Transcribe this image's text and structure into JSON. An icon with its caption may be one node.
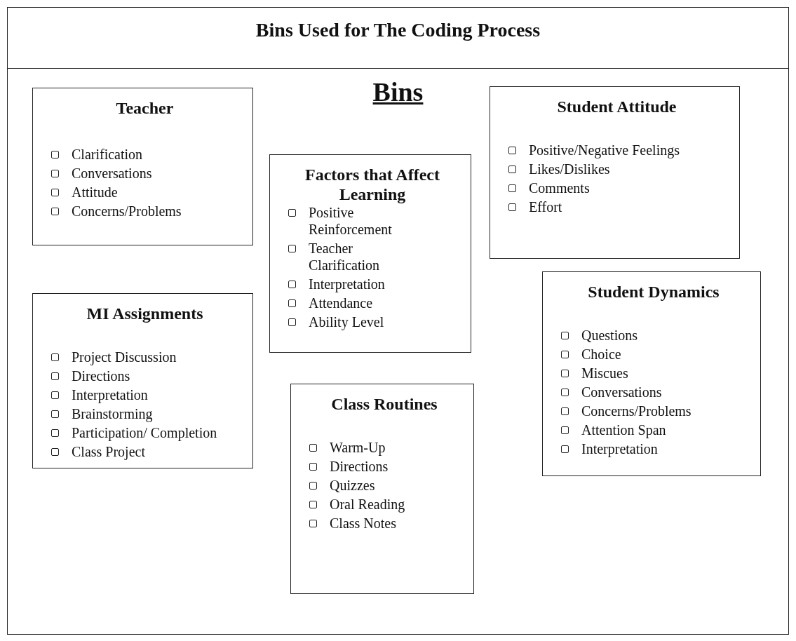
{
  "diagram": {
    "title": "Bins Used for The Coding Process",
    "nodes": [
      {
        "text": [
          "Bins"
        ]
      },
      {
        "text": [
          "Teacher",
          "Clarification",
          "Conversations",
          "Attitude",
          "Concerns/Problems"
        ],
        "in": 0
      },
      {
        "text": [
          "Factors that Affect Learning",
          "Positive Reinforcement",
          "Teacher Clarification",
          "Interpretation",
          "Attendance",
          "Ability Level"
        ],
        "in": 0
      },
      {
        "text": [
          "Student Attitude",
          "Positive/Negative Feelings",
          "Likes/Dislikes",
          "Comments",
          "Effort"
        ],
        "in": 0
      },
      {
        "text": [
          "MI Assignments",
          "Project Discussion",
          "Directions",
          "Interpretation",
          "Brainstorming",
          "Participation/ Completion",
          "Class Project"
        ],
        "in": 0
      },
      {
        "text": [
          "Student Dynamics",
          "Questions",
          "Choice",
          "Miscues",
          "Conversations",
          "Concerns/Problems",
          "Attention Span",
          "Interpretation"
        ],
        "in": 0
      },
      {
        "text": [
          "Class Routines",
          "Warm-Up",
          "Directions",
          "Quizzes",
          "Oral Reading",
          "Class Notes"
        ],
        "in": 0
      }
    ]
  }
}
